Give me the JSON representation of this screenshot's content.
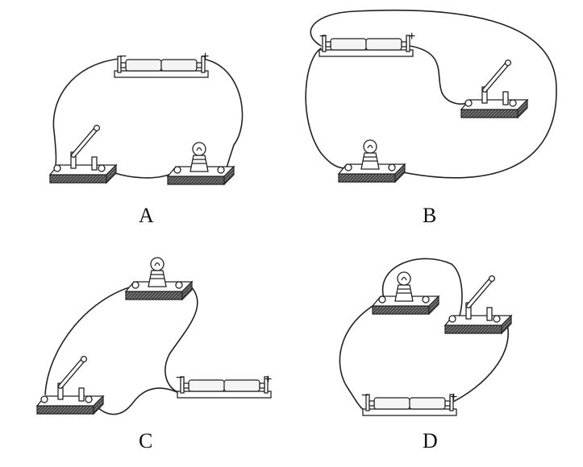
{
  "options": [
    {
      "label": "A"
    },
    {
      "label": "B"
    },
    {
      "label": "C"
    },
    {
      "label": "D"
    }
  ],
  "battery_signs": {
    "negative": "−",
    "positive": "+"
  }
}
